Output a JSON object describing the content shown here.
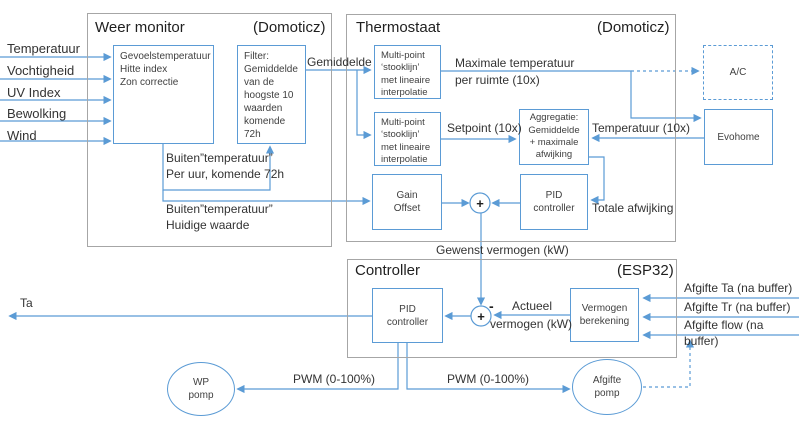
{
  "colors": {
    "accent_blue": "#5B9BD5",
    "container_border": "#A6A6A6",
    "text": "#333333"
  },
  "inputs_left": [
    "Temperatuur",
    "Vochtigheid",
    "UV Index",
    "Bewolking",
    "Wind"
  ],
  "outputs_right": [
    "Afgifte Ta (na buffer)",
    "Afgifte Tr (na buffer)",
    "Afgifte flow (na buffer)"
  ],
  "containers": {
    "weer_monitor": {
      "title": "Weer monitor",
      "platform": "(Domoticz)"
    },
    "thermostaat": {
      "title": "Thermostaat",
      "platform": "(Domoticz)"
    },
    "controller": {
      "title": "Controller",
      "platform": "(ESP32)"
    }
  },
  "boxes": {
    "gevoelstemperatuur": "Gevoelstemperatuur\nHitte index\nZon correctie",
    "filter": "Filter:\nGemiddelde\nvan de\nhoogste 10\nwaarden\nkomende\n72h",
    "stooklijn_boven": "Multi-point\n‘stooklijn’\nmet lineaire\ninterpolatie",
    "stooklijn_onder": "Multi-point\n‘stooklijn’\nmet lineaire\ninterpolatie",
    "gain_offset": "Gain\nOffset",
    "aggregatie": "Aggregatie:\nGemiddelde\n+ maximale\nafwijking",
    "pid_thermostaat": "PID\ncontroller",
    "pid_controller": "PID\ncontroller",
    "vermogen_berekening": "Vermogen\nberekening",
    "evohome": "Evohome",
    "ac": "A/C",
    "wp_pomp": "WP\npomp",
    "afgifte_pomp": "Afgifte\npomp"
  },
  "labels": {
    "gemiddelde": "Gemiddelde",
    "buiten_forecast": "Buiten”temperatuur”\nPer uur, komende 72h",
    "buiten_current": "Buiten”temperatuur”\nHuidige waarde",
    "max_temp_line1": "Maximale temperatuur",
    "max_temp_line2": "per ruimte (10x)",
    "setpoint": "Setpoint (10x)",
    "temperatuur_10x": "Temperatuur (10x)",
    "totale_afwijking": "Totale afwijking",
    "gewenst_vermogen": "Gewenst vermogen (kW)",
    "actueel_line1": "Actueel",
    "actueel_line2": "vermogen (kW)",
    "ta": "Ta",
    "pwm_left": "PWM (0-100%)",
    "pwm_right": "PWM (0-100%)"
  },
  "symbols": {
    "plus": "+",
    "minus": "-"
  }
}
